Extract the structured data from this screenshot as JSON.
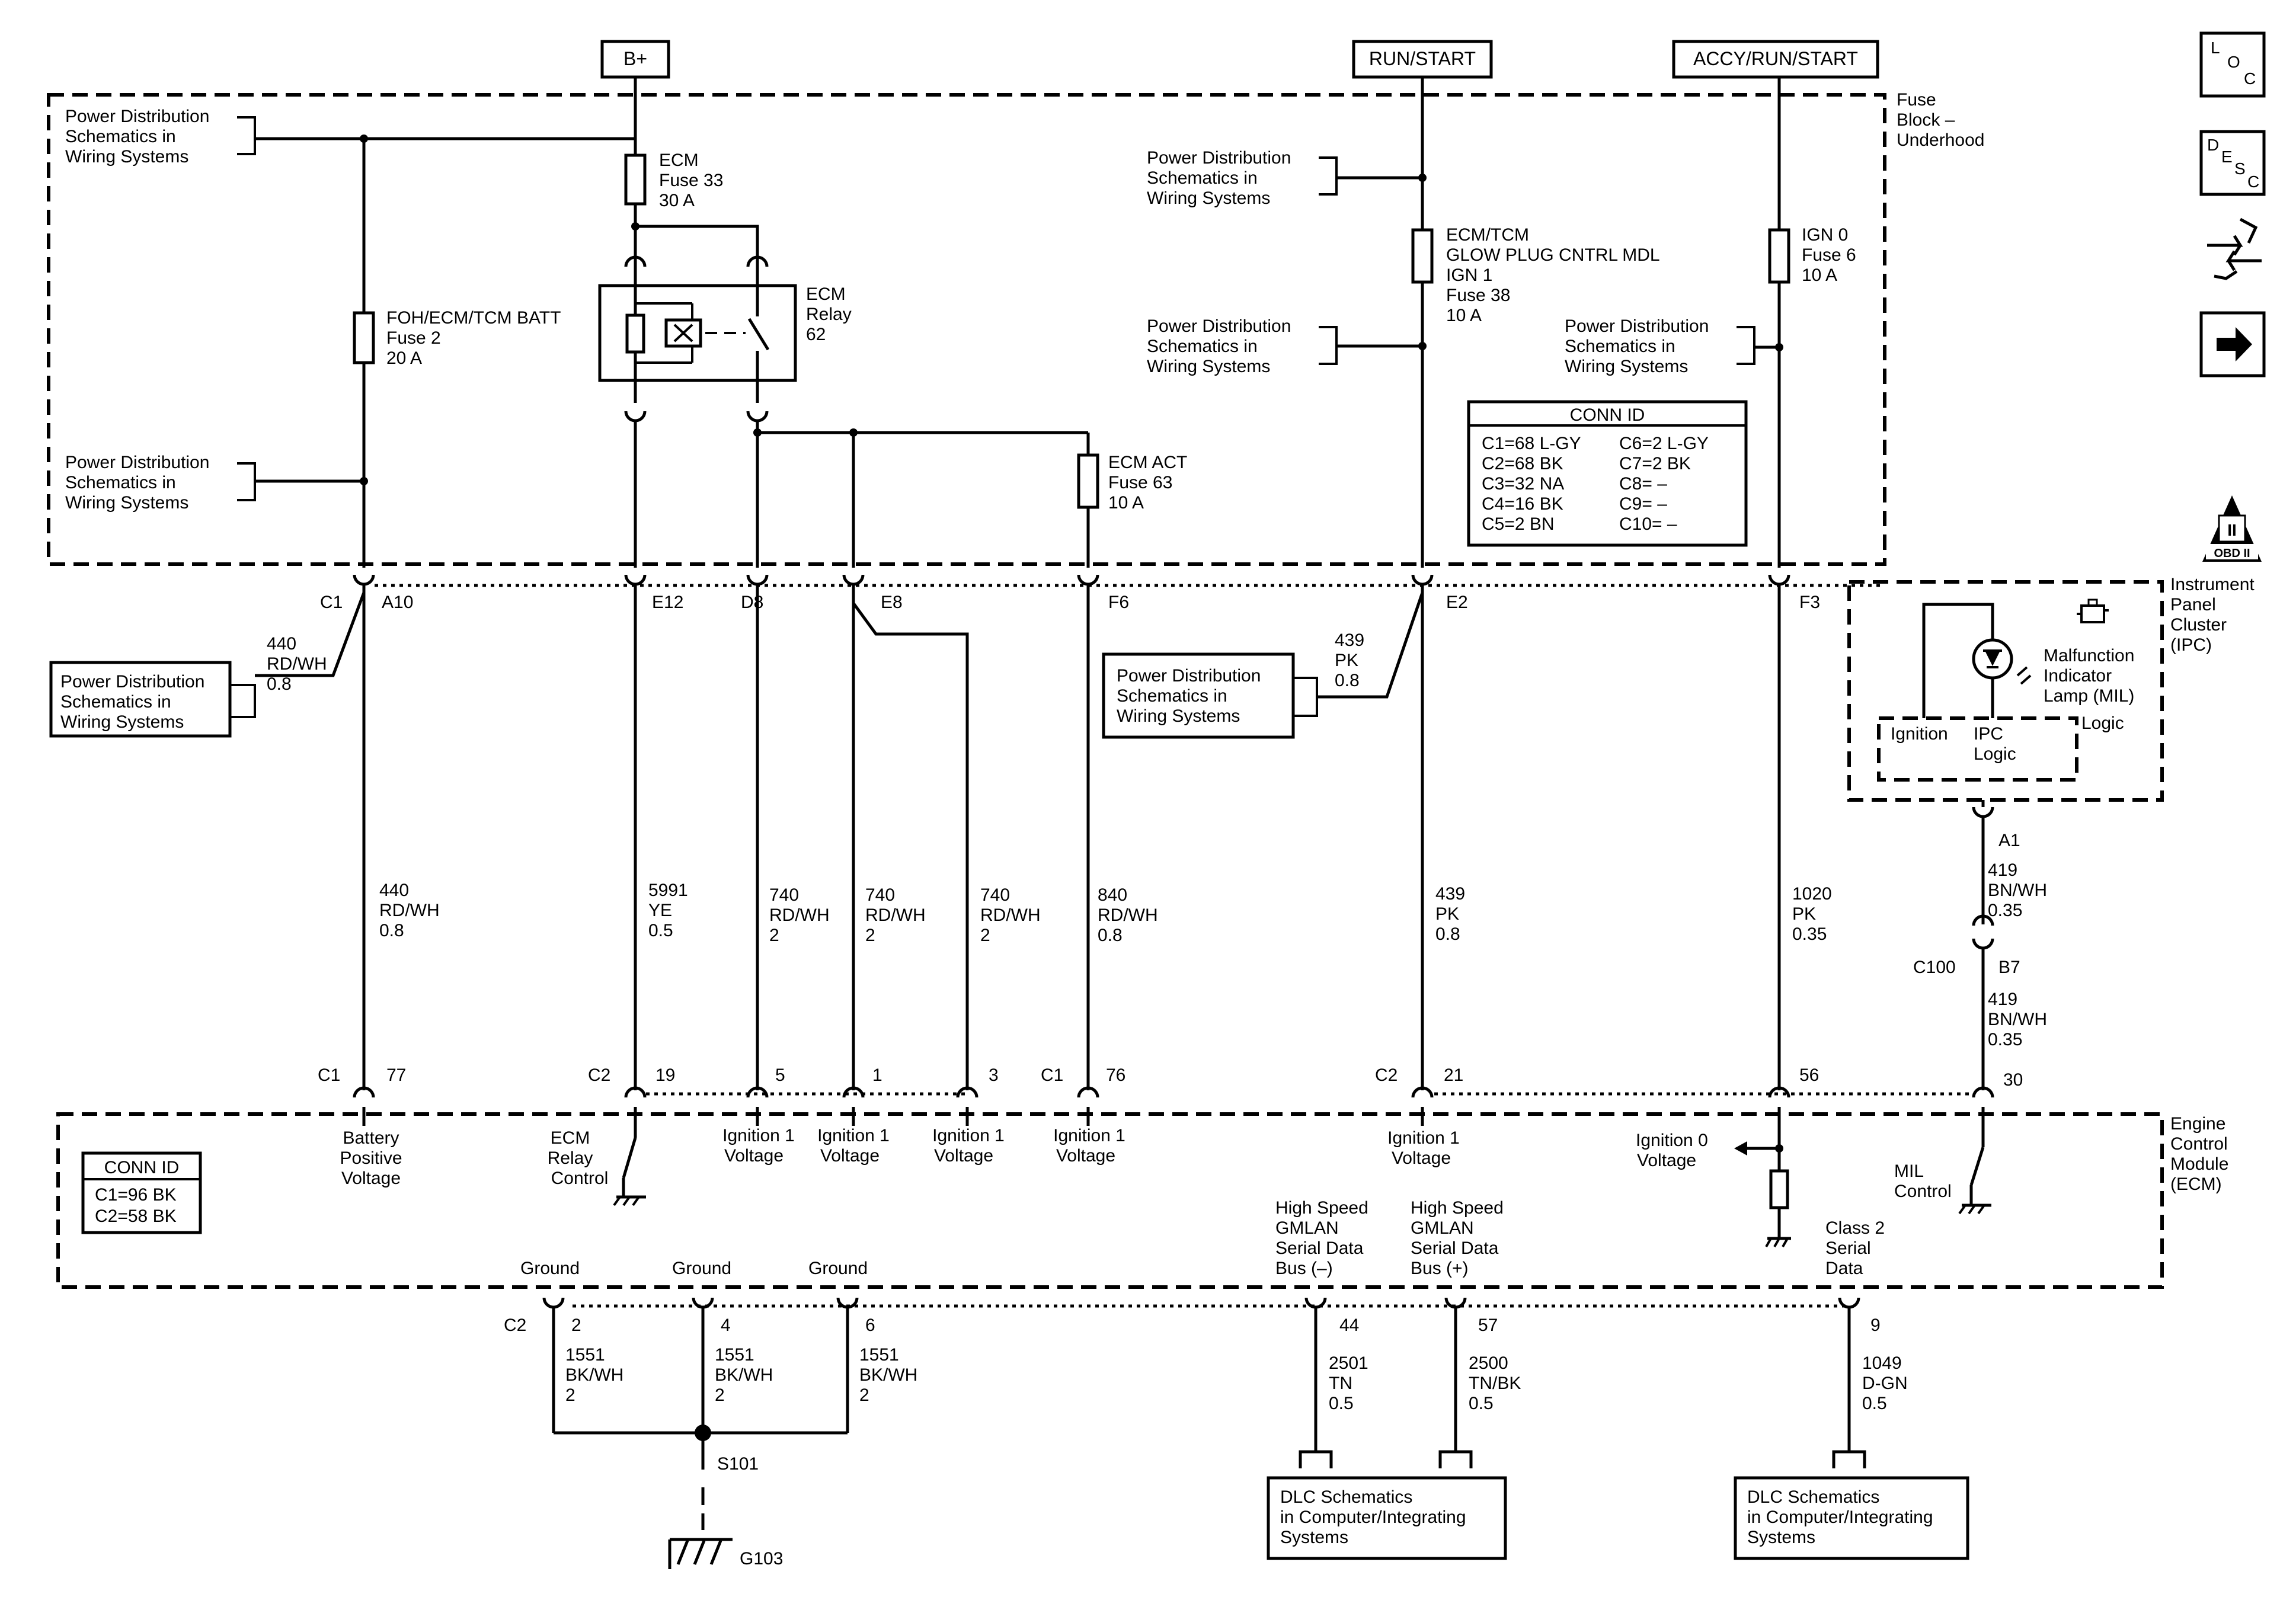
{
  "sources": {
    "bplus": "B+",
    "run_start": "RUN/START",
    "accy_run_start": "ACCY/RUN/START"
  },
  "fuse_block": {
    "l1": "Fuse",
    "l2": "Block –",
    "l3": "Underhood"
  },
  "pds": {
    "l1": "Power Distribution",
    "l2": "Schematics in",
    "l3": "Wiring Systems"
  },
  "fuses": {
    "ecm33": {
      "l1": "ECM",
      "l2": "Fuse 33",
      "l3": "30 A"
    },
    "foh2": {
      "l1": "FOH/ECM/TCM BATT",
      "l2": "Fuse 2",
      "l3": "20 A"
    },
    "relay": {
      "l1": "ECM",
      "l2": "Relay",
      "l3": "62"
    },
    "act63": {
      "l1": "ECM ACT",
      "l2": "Fuse 63",
      "l3": "10 A"
    },
    "glow38": {
      "l1": "ECM/TCM",
      "l2": "GLOW PLUG CNTRL MDL",
      "l3": "IGN 1",
      "l4": "Fuse 38",
      "l5": "10 A"
    },
    "ign6": {
      "l1": "IGN 0",
      "l2": "Fuse 6",
      "l3": "10 A"
    }
  },
  "conn_fuse": {
    "title": "CONN ID",
    "rows": [
      [
        "C1=68 L-GY",
        "C6=2 L-GY"
      ],
      [
        "C2=68 BK",
        "C7=2 BK"
      ],
      [
        "C3=32 NA",
        "C8= –"
      ],
      [
        "C4=16 BK",
        "C9= –"
      ],
      [
        "C5=2 BN",
        "C10= –"
      ]
    ]
  },
  "conn_ecm": {
    "title": "CONN ID",
    "rows": [
      "C1=96 BK",
      "C2=58 BK"
    ]
  },
  "pins_fuse": {
    "c1": "C1",
    "a10": "A10",
    "e12": "E12",
    "d8": "D8",
    "e8": "E8",
    "f6": "F6",
    "e2": "E2",
    "f3": "F3"
  },
  "wires": {
    "w440a": [
      "440",
      "RD/WH",
      "0.8"
    ],
    "w440b": [
      "440",
      "RD/WH",
      "0.8"
    ],
    "w5991": [
      "5991",
      "YE",
      "0.5"
    ],
    "w740a": [
      "740",
      "RD/WH",
      "2"
    ],
    "w740b": [
      "740",
      "RD/WH",
      "2"
    ],
    "w740c": [
      "740",
      "RD/WH",
      "2"
    ],
    "w840": [
      "840",
      "RD/WH",
      "0.8"
    ],
    "w439a": [
      "439",
      "PK",
      "0.8"
    ],
    "w439b": [
      "439",
      "PK",
      "0.8"
    ],
    "w1020": [
      "1020",
      "PK",
      "0.35"
    ],
    "w419a": [
      "419",
      "BN/WH",
      "0.35"
    ],
    "w419b": [
      "419",
      "BN/WH",
      "0.35"
    ],
    "w1551a": [
      "1551",
      "BK/WH",
      "2"
    ],
    "w1551b": [
      "1551",
      "BK/WH",
      "2"
    ],
    "w1551c": [
      "1551",
      "BK/WH",
      "2"
    ],
    "w2501": [
      "2501",
      "TN",
      "0.5"
    ],
    "w2500": [
      "2500",
      "TN/BK",
      "0.5"
    ],
    "w1049": [
      "1049",
      "D-GN",
      "0.5"
    ]
  },
  "ipc": {
    "title": [
      "Instrument",
      "Panel",
      "Cluster",
      "(IPC)"
    ],
    "mil": [
      "Malfunction",
      "Indicator",
      "Lamp (MIL)"
    ],
    "logic": "Logic",
    "ignition": "Ignition",
    "ipc_logic": [
      "IPC",
      "Logic"
    ],
    "a1": "A1",
    "c100": "C100",
    "b7": "B7"
  },
  "ecm_pins": {
    "c1a": "C1",
    "p77": "77",
    "c2a": "C2",
    "p19": "19",
    "p5": "5",
    "p1": "1",
    "p3": "3",
    "c1b": "C1",
    "p76": "76",
    "c2b": "C2",
    "p21": "21",
    "p56": "56",
    "p30": "30",
    "c2c": "C2",
    "p2": "2",
    "p4": "4",
    "p6": "6",
    "p44": "44",
    "p57": "57",
    "p9": "9"
  },
  "ecm": {
    "title": [
      "Engine",
      "Control",
      "Module",
      "(ECM)"
    ],
    "battery": [
      "Battery",
      "Positive",
      "Voltage"
    ],
    "relay_ctrl": [
      "ECM",
      "Relay",
      "Control"
    ],
    "ign1": [
      "Ignition 1",
      "Voltage"
    ],
    "ign0": [
      "Ignition 0",
      "Voltage"
    ],
    "mil": [
      "MIL",
      "Control"
    ],
    "ground": "Ground",
    "hs_neg": [
      "High Speed",
      "GMLAN",
      "Serial Data",
      "Bus (–)"
    ],
    "hs_pos": [
      "High Speed",
      "GMLAN",
      "Serial Data",
      "Bus (+)"
    ],
    "class2": [
      "Class 2",
      "Serial",
      "Data"
    ]
  },
  "ground": {
    "s101": "S101",
    "g103": "G103"
  },
  "dlc": [
    "DLC Schematics",
    "in Computer/Integrating",
    "Systems"
  ],
  "sidebar": {
    "loc": [
      "L",
      "O",
      "C"
    ],
    "desc": [
      "D",
      "E",
      "S",
      "C"
    ],
    "obd": "OBD II",
    "obd_num": "II"
  }
}
